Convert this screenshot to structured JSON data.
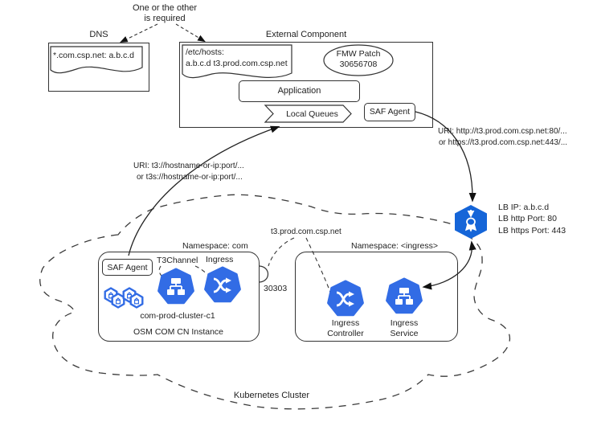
{
  "colors": {
    "k8s_icon_blue": "#326CE5",
    "lb_blue": "#1565D8"
  },
  "callout": {
    "line1": "One or the other",
    "line2": "is required"
  },
  "dns": {
    "label": "DNS",
    "record": "*.com.csp.net: a.b.c.d"
  },
  "external_component": {
    "label": "External Component",
    "etc_hosts_line1": "/etc/hosts:",
    "etc_hosts_line2": "a.b.c.d t3.prod.com.csp.net",
    "fmw_patch_line1": "FMW Patch",
    "fmw_patch_line2": "30656708",
    "application_label": "Application",
    "local_queues_label": "Local Queues",
    "saf_agent_label": "SAF Agent"
  },
  "uri_t3": {
    "line1": "URI: t3://hostname-or-ip:port/...",
    "line2": "or t3s://hostname-or-ip:port/..."
  },
  "uri_http": {
    "line1": "URI: http://t3.prod.com.csp.net:80/...",
    "line2": "or https://t3.prod.com.csp.net:443/..."
  },
  "load_balancer": {
    "line1": "LB IP: a.b.c.d",
    "line2": "LB http Port: 80",
    "line3": "LB https Port: 443"
  },
  "t3_hostname": "t3.prod.com.csp.net",
  "node_port": "30303",
  "namespace_com": {
    "label": "Namespace: com",
    "saf_agent_label": "SAF Agent",
    "t3channel_label": "T3Channel",
    "ingress_label": "Ingress",
    "cluster_name": "com-prod-cluster-c1",
    "instance_label": "OSM COM CN Instance"
  },
  "namespace_ingress": {
    "label": "Namespace: <ingress>",
    "controller_line1": "Ingress",
    "controller_line2": "Controller",
    "service_line1": "Ingress",
    "service_line2": "Service"
  },
  "cluster": {
    "label": "Kubernetes Cluster"
  }
}
